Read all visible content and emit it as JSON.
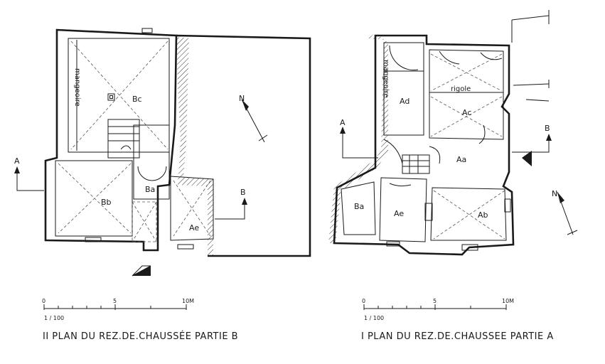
{
  "plan_b": {
    "caption": "II PLAN DU REZ.DE.CHAUSSÉE PARTIE B",
    "scale_ticks": [
      "0",
      "5",
      "10M"
    ],
    "scale_ratio": "1 / 100",
    "section_left": "A",
    "section_right": "B",
    "north": "N",
    "mangeoire": "mangeoire",
    "rooms": {
      "bc": "Bc",
      "bb": "Bb",
      "ba": "Ba",
      "ae": "Ae"
    }
  },
  "plan_a": {
    "caption": "I PLAN DU REZ.DE.CHAUSSEE PARTIE A",
    "scale_ticks": [
      "0",
      "5",
      "10M"
    ],
    "scale_ratio": "1 / 100",
    "section_left": "A",
    "section_right": "B",
    "north": "N",
    "mangeoire": "mangeoire",
    "rigole": "rigole",
    "rooms": {
      "ad": "Ad",
      "ac": "Ac",
      "aa": "Aa",
      "ba": "Ba",
      "ae": "Ae",
      "ab": "Ab"
    }
  }
}
